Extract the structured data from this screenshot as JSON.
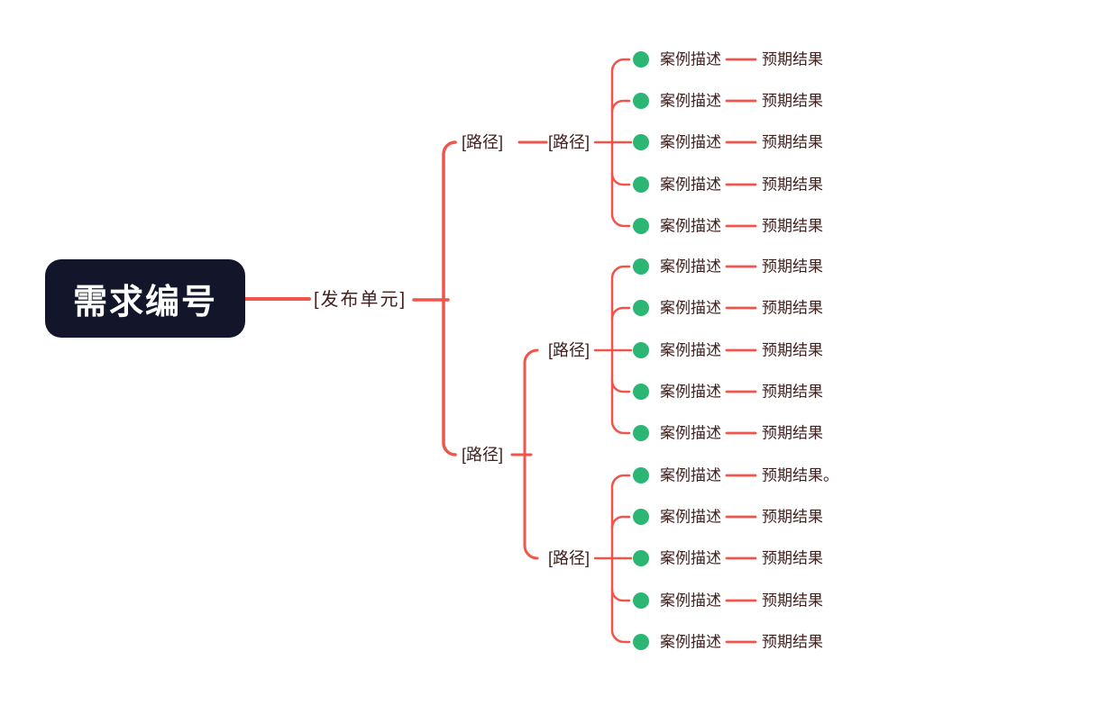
{
  "colors": {
    "connector": "#f2544b",
    "root_bg": "#13152b",
    "root_text": "#ffffff",
    "branch_text": "#40211d",
    "dot_fill": "#2cb673",
    "canvas_bg": "#ffffff"
  },
  "mindmap": {
    "root_label": "需求编号",
    "release_unit_label": "[发布单元]",
    "branches": [
      {
        "label": "[路径]",
        "groups": [
          {
            "label": "[路径]",
            "cases": [
              {
                "description": "案例描述",
                "expected": "预期结果"
              },
              {
                "description": "案例描述",
                "expected": "预期结果"
              },
              {
                "description": "案例描述",
                "expected": "预期结果"
              },
              {
                "description": "案例描述",
                "expected": "预期结果"
              },
              {
                "description": "案例描述",
                "expected": "预期结果"
              }
            ]
          }
        ]
      },
      {
        "label": "[路径]",
        "groups": [
          {
            "label": "[路径]",
            "cases": [
              {
                "description": "案例描述",
                "expected": "预期结果"
              },
              {
                "description": "案例描述",
                "expected": "预期结果"
              },
              {
                "description": "案例描述",
                "expected": "预期结果"
              },
              {
                "description": "案例描述",
                "expected": "预期结果"
              },
              {
                "description": "案例描述",
                "expected": "预期结果"
              }
            ]
          },
          {
            "label": "[路径]",
            "cases": [
              {
                "description": "案例描述",
                "expected": "预期结果。"
              },
              {
                "description": "案例描述",
                "expected": "预期结果"
              },
              {
                "description": "案例描述",
                "expected": "预期结果"
              },
              {
                "description": "案例描述",
                "expected": "预期结果"
              },
              {
                "description": "案例描述",
                "expected": "预期结果"
              }
            ]
          }
        ]
      }
    ]
  }
}
